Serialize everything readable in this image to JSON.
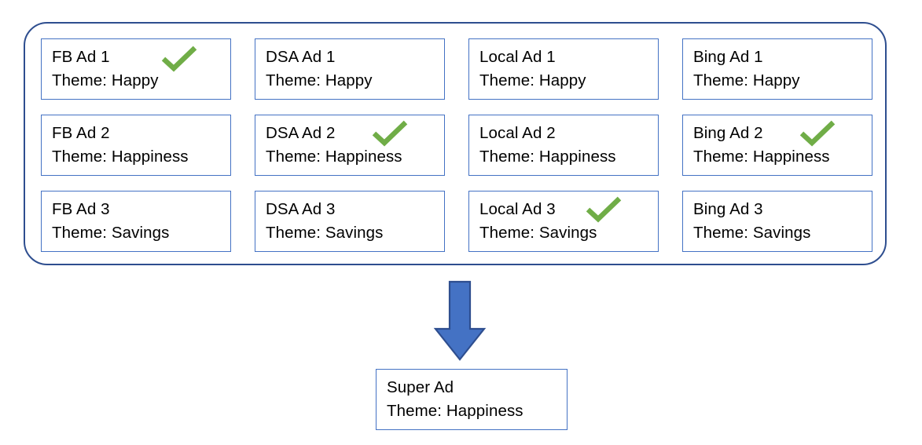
{
  "diagram": {
    "title_text": "",
    "colors": {
      "container_border": "#2E4E8F",
      "card_border": "#4472C4",
      "check_green": "#70AD47",
      "arrow_fill": "#4472C4",
      "arrow_stroke": "#2E4E8F",
      "text": "#000000",
      "background": "#FFFFFF"
    },
    "container": {
      "name": "ad-pool",
      "shape": "rounded-rectangle"
    },
    "grid": {
      "columns": 4,
      "rows": 3,
      "column_names": [
        "FB",
        "DSA",
        "Local",
        "Bing"
      ],
      "row_themes": [
        "Happy",
        "Happiness",
        "Savings"
      ],
      "cards": [
        {
          "title": "FB Ad 1",
          "theme": "Theme: Happy",
          "checked": true,
          "check_style": "a"
        },
        {
          "title": "DSA Ad 1",
          "theme": "Theme: Happy",
          "checked": false,
          "check_style": "a"
        },
        {
          "title": "Local Ad 1",
          "theme": "Theme: Happy",
          "checked": false,
          "check_style": "a"
        },
        {
          "title": "Bing Ad 1",
          "theme": "Theme: Happy",
          "checked": false,
          "check_style": "a"
        },
        {
          "title": "FB Ad 2",
          "theme": "Theme: Happiness",
          "checked": false,
          "check_style": "b"
        },
        {
          "title": "DSA Ad 2",
          "theme": "Theme: Happiness",
          "checked": true,
          "check_style": "b"
        },
        {
          "title": "Local Ad 2",
          "theme": "Theme: Happiness",
          "checked": false,
          "check_style": "b"
        },
        {
          "title": "Bing Ad 2",
          "theme": "Theme: Happiness",
          "checked": true,
          "check_style": "b"
        },
        {
          "title": "FB Ad 3",
          "theme": "Theme: Savings",
          "checked": false,
          "check_style": "b"
        },
        {
          "title": "DSA Ad 3",
          "theme": "Theme: Savings",
          "checked": false,
          "check_style": "b"
        },
        {
          "title": "Local Ad 3",
          "theme": "Theme: Savings",
          "checked": true,
          "check_style": "b"
        },
        {
          "title": "Bing Ad 3",
          "theme": "Theme: Savings",
          "checked": false,
          "check_style": "b"
        }
      ]
    },
    "arrow": {
      "icon": "arrow-down-icon",
      "direction": "down"
    },
    "result": {
      "title": "Super Ad",
      "theme": "Theme: Happiness"
    },
    "icons": {
      "check": "check-icon"
    }
  }
}
